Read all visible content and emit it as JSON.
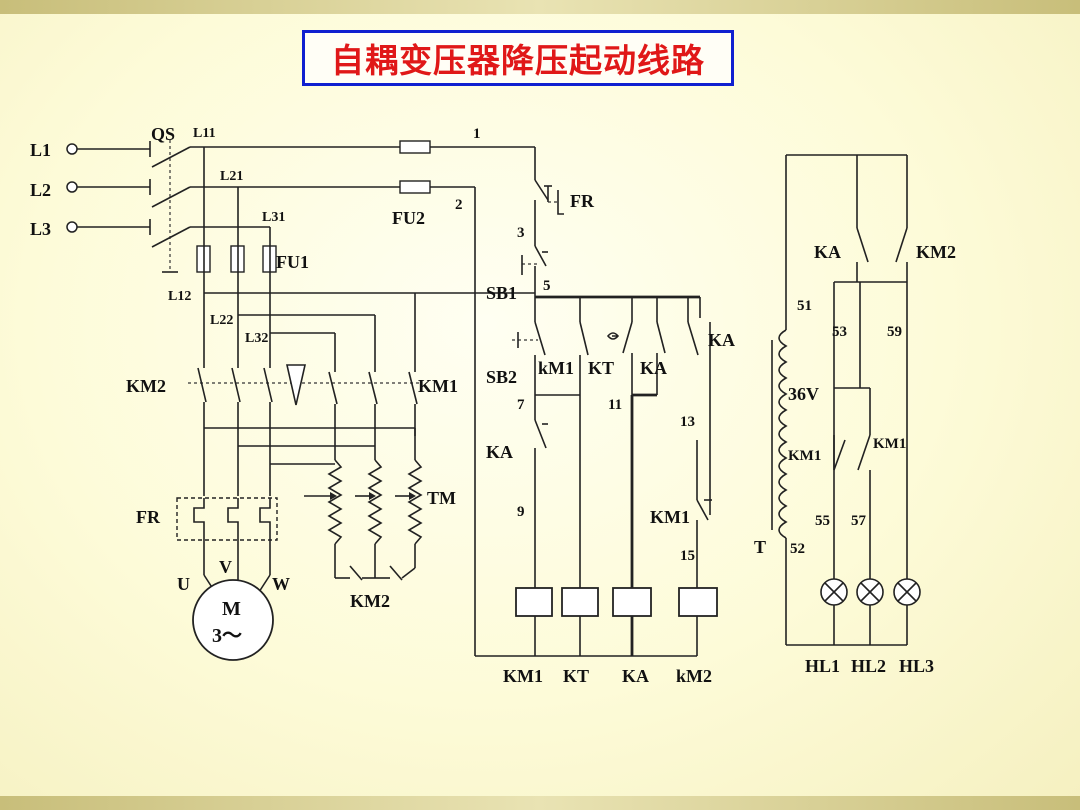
{
  "title": "自耦变压器降压起动线路",
  "lines": {
    "l1": "L1",
    "l2": "L2",
    "l3": "L3"
  },
  "labels": {
    "qs": "QS",
    "l11": "L11",
    "l21": "L21",
    "l31": "L31",
    "l12": "L12",
    "l22": "L22",
    "l32": "L32",
    "fu1": "FU1",
    "fu2": "FU2",
    "km2_left": "KM2",
    "km1_left": "KM1",
    "fr_left": "FR",
    "tm": "TM",
    "km2_bottom": "KM2",
    "u": "U",
    "v": "V",
    "w": "W",
    "motor_m": "M",
    "motor_3": "3～",
    "n1": "1",
    "n2": "2",
    "n3": "3",
    "n5": "5",
    "n7": "7",
    "n9": "9",
    "n11": "11",
    "n13": "13",
    "n15": "15",
    "fr_ctrl": "FR",
    "sb1": "SB1",
    "sb2": "SB2",
    "km1_contact": "kM1",
    "kt_contact": "KT",
    "ka_contact": "KA",
    "ka_top": "KA",
    "ka_left": "KA",
    "km1_nc": "KM1",
    "ka_lamp": "KA",
    "km2_lamp": "KM2",
    "n51": "51",
    "n52": "52",
    "n53": "53",
    "n59": "59",
    "n55": "55",
    "n57": "57",
    "v36": "36V",
    "t": "T",
    "km1_t": "KM1",
    "km1_lamp": "KM1"
  },
  "coils": [
    "KM1",
    "KT",
    "KA",
    "kM2"
  ],
  "lamps": [
    "HL1",
    "HL2",
    "HL3"
  ]
}
